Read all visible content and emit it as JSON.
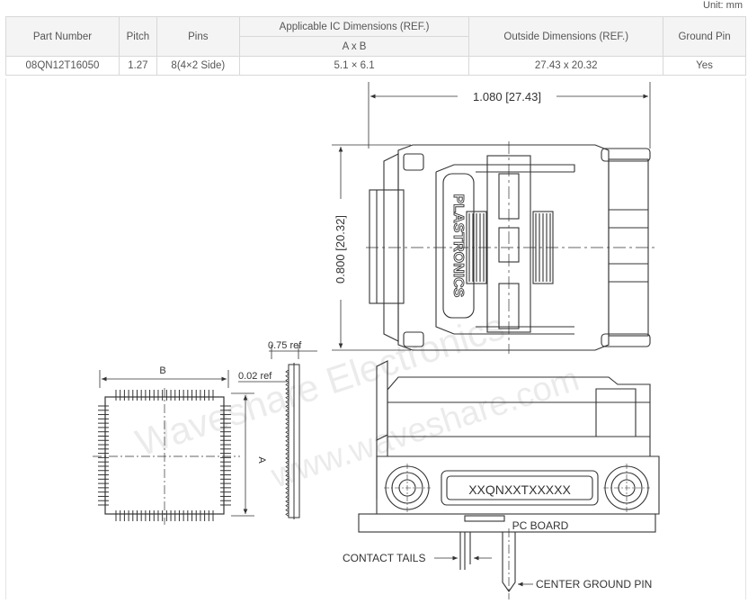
{
  "unit_label": "Unit: mm",
  "table": {
    "headers": {
      "part_number": "Part Number",
      "pitch": "Pitch",
      "pins": "Pins",
      "ic_dimensions": "Applicable IC Dimensions (REF.)",
      "ic_axb": "A x B",
      "outside_dimensions": "Outside Dimensions (REF.)",
      "ground_pin": "Ground Pin"
    },
    "row": {
      "part_number": "08QN12T16050",
      "pitch": "1.27",
      "pins": "8(4×2 Side)",
      "ic_dimensions": "5.1 × 6.1",
      "outside_dimensions": "27.43 x 20.32",
      "ground_pin": "Yes"
    }
  },
  "drawing": {
    "width_dim": "1.080 [27.43]",
    "height_dim": "0.800 [20.32]",
    "brand_text": "PLASTRONICS",
    "ic_label_b": "B",
    "ic_label_a": "A",
    "dim_002_ref": "0.02 ref",
    "dim_075_ref": "0.75 ref",
    "part_code": "XXQNXXTXXXXX",
    "pc_board": "PC BOARD",
    "contact_tails": "CONTACT TAILS",
    "center_ground_pin": "CENTER GROUND PIN",
    "watermark_1": "Waveshare Electronics",
    "watermark_2": "www.waveshare.com"
  }
}
